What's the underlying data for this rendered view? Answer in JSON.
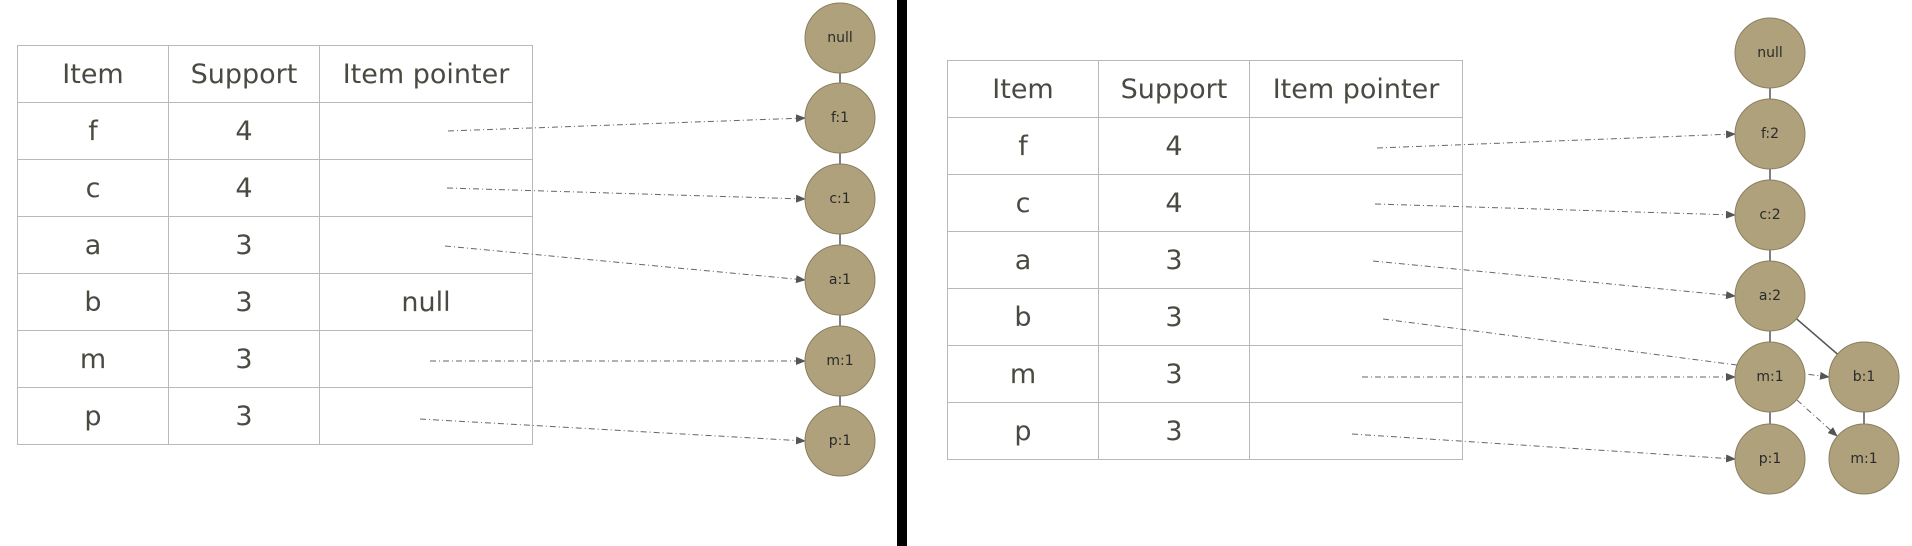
{
  "headers": {
    "item": "Item",
    "support": "Support",
    "pointer": "Item pointer"
  },
  "left": {
    "rows": [
      {
        "item": "f",
        "support": "4",
        "pointer": ""
      },
      {
        "item": "c",
        "support": "4",
        "pointer": ""
      },
      {
        "item": "a",
        "support": "3",
        "pointer": ""
      },
      {
        "item": "b",
        "support": "3",
        "pointer": "null"
      },
      {
        "item": "m",
        "support": "3",
        "pointer": ""
      },
      {
        "item": "p",
        "support": "3",
        "pointer": ""
      }
    ],
    "nodes": {
      "root": "null",
      "f": "f:1",
      "c": "c:1",
      "a": "a:1",
      "m": "m:1",
      "p": "p:1"
    }
  },
  "right": {
    "rows": [
      {
        "item": "f",
        "support": "4",
        "pointer": ""
      },
      {
        "item": "c",
        "support": "4",
        "pointer": ""
      },
      {
        "item": "a",
        "support": "3",
        "pointer": ""
      },
      {
        "item": "b",
        "support": "3",
        "pointer": ""
      },
      {
        "item": "m",
        "support": "3",
        "pointer": ""
      },
      {
        "item": "p",
        "support": "3",
        "pointer": ""
      }
    ],
    "nodes": {
      "root": "null",
      "f": "f:2",
      "c": "c:2",
      "a": "a:2",
      "m": "m:1",
      "p": "p:1",
      "b": "b:1",
      "m2": "m:1"
    }
  }
}
